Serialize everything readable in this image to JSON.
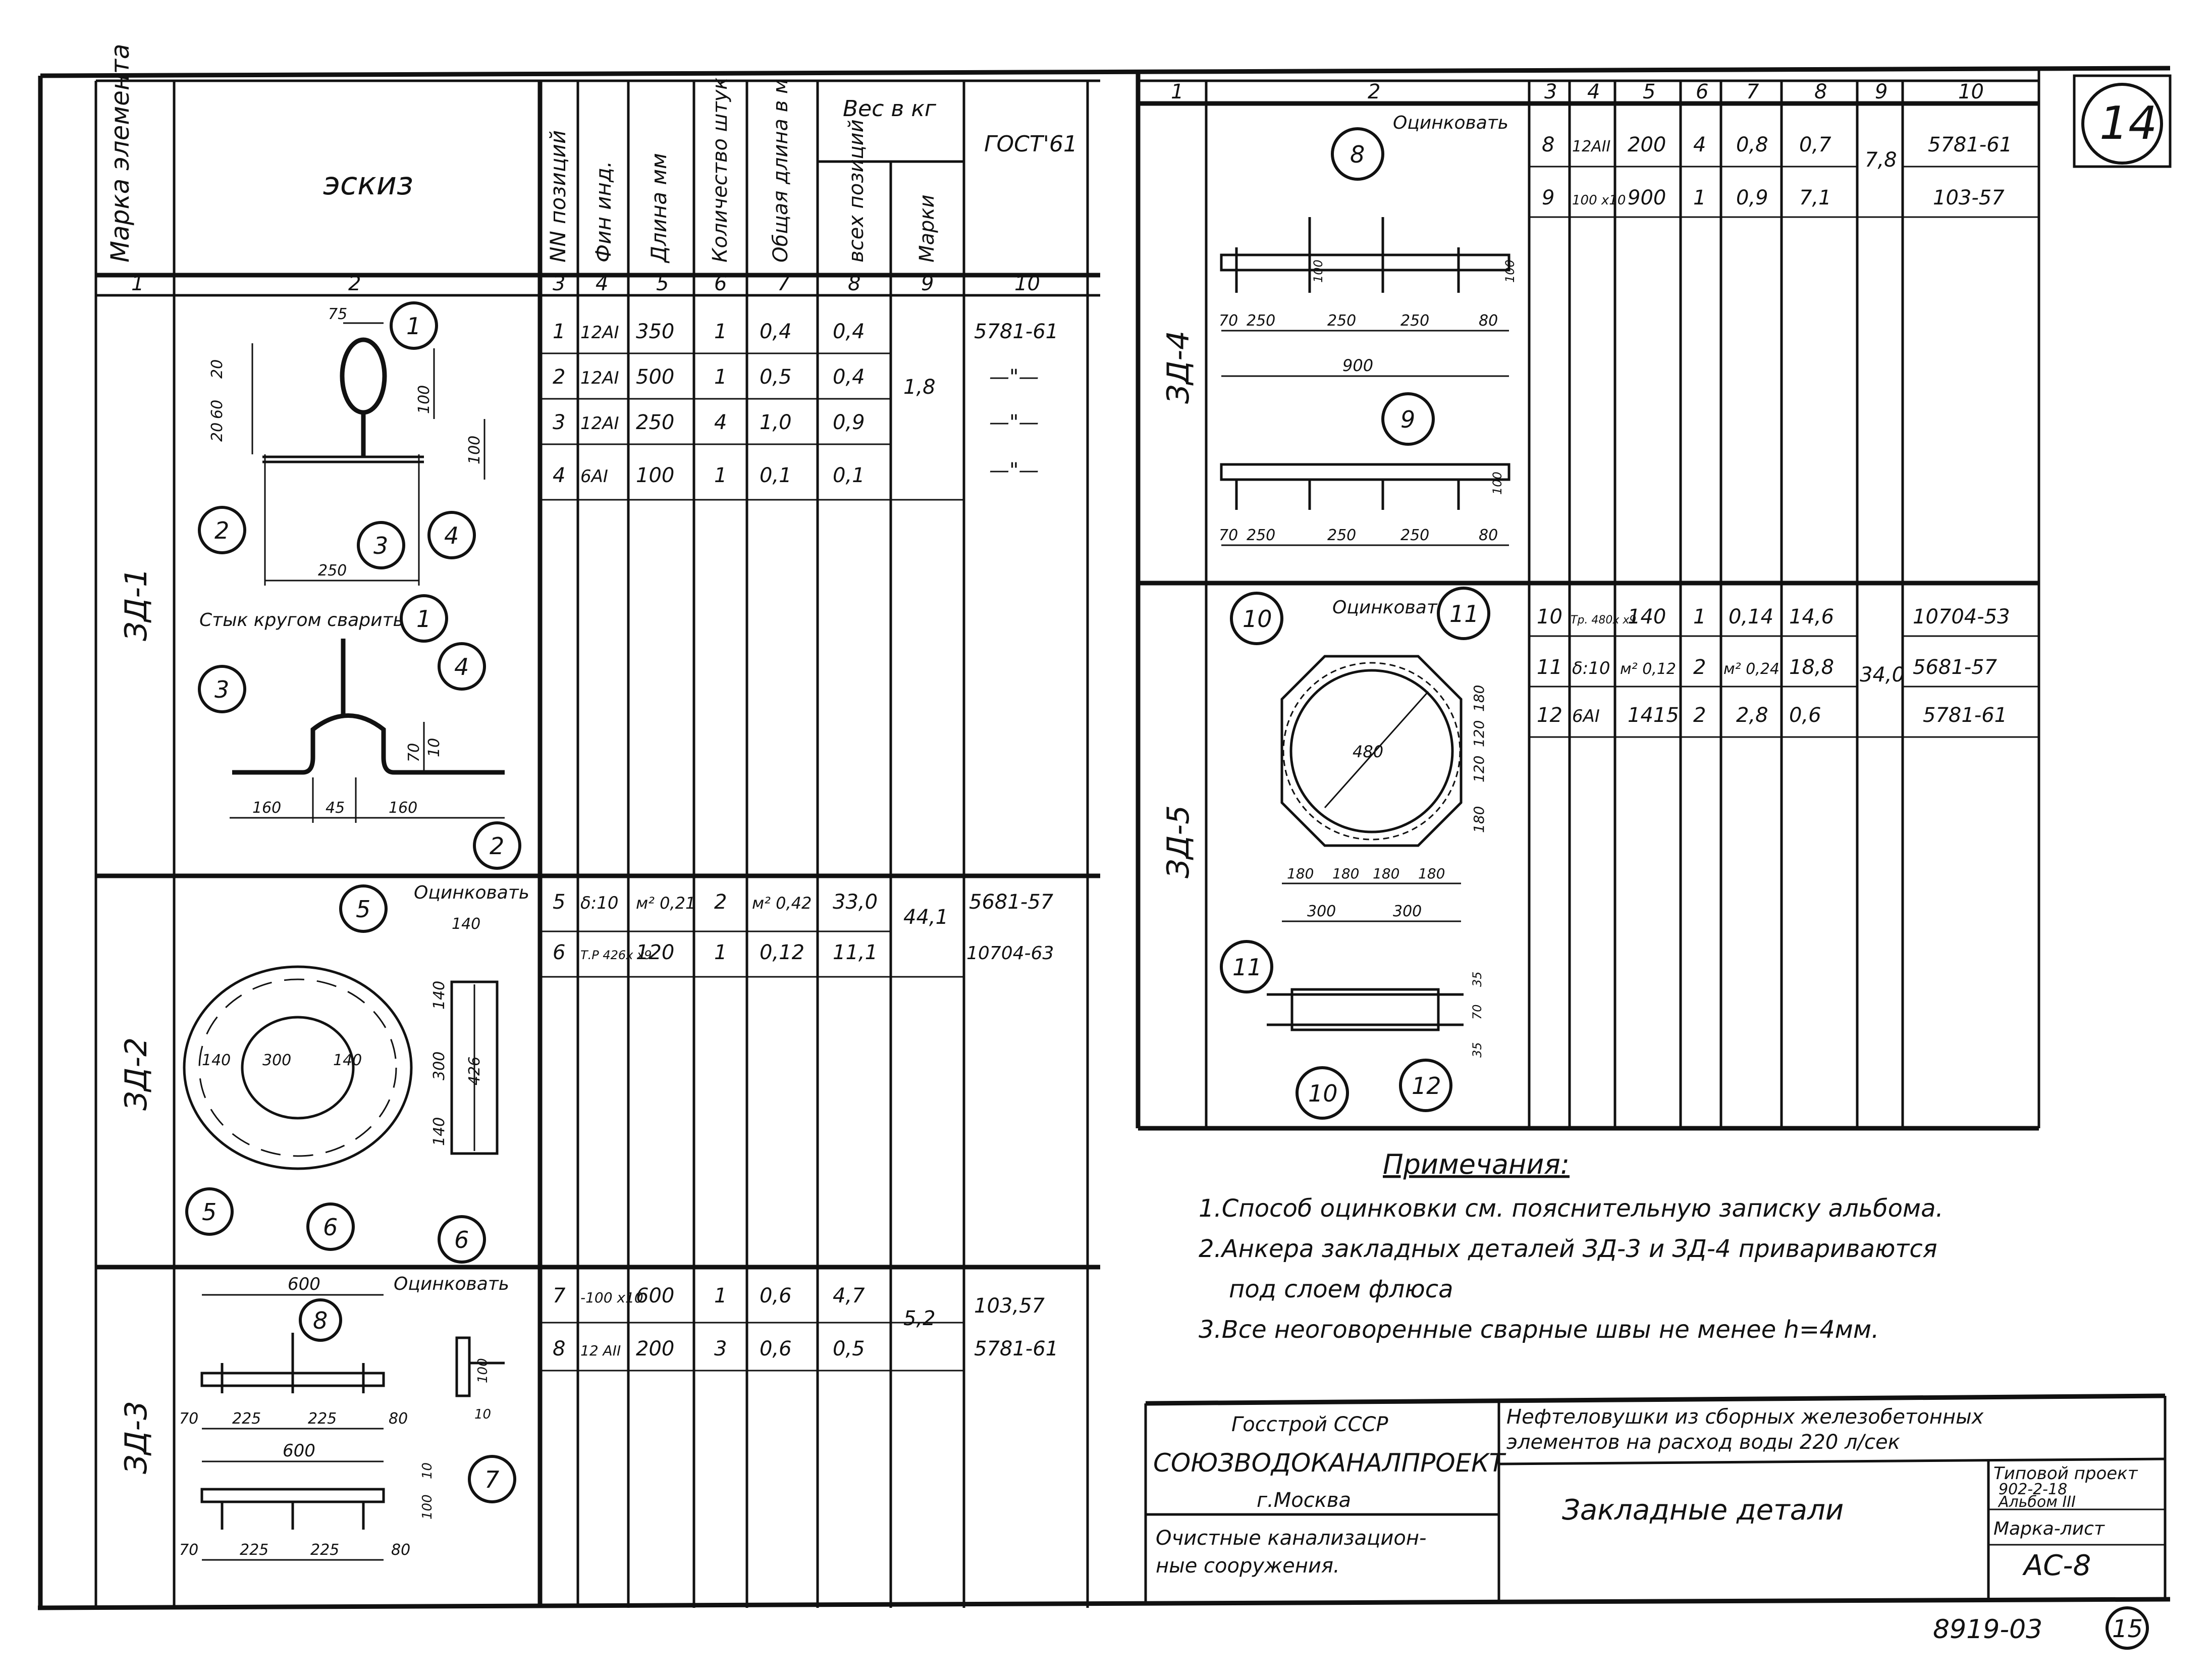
{
  "sheet_number_top": "14",
  "sheet_number_bottom": "15",
  "archive_number": "8919-03",
  "left_table": {
    "headers": {
      "mark": "Марка элемента",
      "sketch": "эскиз",
      "pos": "NN позиций",
      "profile": "Фин инд.",
      "length": "Длина мм",
      "qty": "Количество штук",
      "total_len": "Общая длина в м",
      "weight": "Вес в кг",
      "w_all": "всех позиций",
      "w_mark": "Марки",
      "gost": "ГОСТ'61"
    },
    "col_numbers": [
      "1",
      "2",
      "3",
      "4",
      "5",
      "6",
      "7",
      "8",
      "9",
      "10"
    ],
    "rows": [
      {
        "mark": "ЗД-1",
        "pos": "1",
        "profile": "12AI",
        "length": "350",
        "qty": "1",
        "total": "0,4",
        "w_all": "0,4",
        "w_mark": "1,8",
        "gost": "5781-61"
      },
      {
        "mark": "",
        "pos": "2",
        "profile": "12AI",
        "length": "500",
        "qty": "1",
        "total": "0,5",
        "w_all": "0,4",
        "w_mark": "",
        "gost": "—\"—"
      },
      {
        "mark": "",
        "pos": "3",
        "profile": "12AI",
        "length": "250",
        "qty": "4",
        "total": "1,0",
        "w_all": "0,9",
        "w_mark": "",
        "gost": "—\"—"
      },
      {
        "mark": "",
        "pos": "4",
        "profile": "6AI",
        "length": "100",
        "qty": "1",
        "total": "0,1",
        "w_all": "0,1",
        "w_mark": "",
        "gost": "—\"—"
      },
      {
        "mark": "ЗД-2",
        "pos": "5",
        "profile": "δ:10",
        "length": "м² 0,21",
        "qty": "2",
        "total": "м² 0,42",
        "w_all": "33,0",
        "w_mark": "44,1",
        "gost": "5681-57"
      },
      {
        "mark": "",
        "pos": "6",
        "profile": "Т.Р 426х х9",
        "length": "120",
        "qty": "1",
        "total": "0,12",
        "w_all": "11,1",
        "w_mark": "",
        "gost": "10704-63"
      },
      {
        "mark": "ЗД-3",
        "pos": "7",
        "profile": "-100 х10",
        "length": "600",
        "qty": "1",
        "total": "0,6",
        "w_all": "4,7",
        "w_mark": "5,2",
        "gost": "103,57"
      },
      {
        "mark": "",
        "pos": "8",
        "profile": "12 AII",
        "length": "200",
        "qty": "3",
        "total": "0,6",
        "w_all": "0,5",
        "w_mark": "",
        "gost": "5781-61"
      }
    ]
  },
  "right_table": {
    "col_numbers": [
      "1",
      "2",
      "3",
      "4",
      "5",
      "6",
      "7",
      "8",
      "9",
      "10"
    ],
    "rows": [
      {
        "mark": "ЗД-4",
        "pos": "8",
        "profile": "12AII",
        "length": "200",
        "qty": "4",
        "total": "0,8",
        "w_all": "0,7",
        "w_mark": "7,8",
        "gost": "5781-61"
      },
      {
        "mark": "",
        "pos": "9",
        "profile": "100 х10",
        "length": "900",
        "qty": "1",
        "total": "0,9",
        "w_all": "7,1",
        "w_mark": "",
        "gost": "103-57"
      },
      {
        "mark": "ЗД-5",
        "pos": "10",
        "profile": "Тр. 480х х9",
        "length": "140",
        "qty": "1",
        "total": "0,14",
        "w_all": "14,6",
        "w_mark": "34,0",
        "gost": "10704-53"
      },
      {
        "mark": "",
        "pos": "11",
        "profile": "δ:10",
        "length": "м² 0,12",
        "qty": "2",
        "total": "м² 0,24",
        "w_all": "18,8",
        "w_mark": "",
        "gost": "5681-57"
      },
      {
        "mark": "",
        "pos": "12",
        "profile": "6AI",
        "length": "1415",
        "qty": "2",
        "total": "2,8",
        "w_all": "0,6",
        "w_mark": "",
        "gost": "5781-61"
      }
    ]
  },
  "sketch_labels": {
    "galvanize": "Оцинковать",
    "joint_note": "Стык кругом сварить",
    "dims_zd1": [
      "75",
      "20",
      "60",
      "20",
      "100",
      "100",
      "250",
      "160",
      "45",
      "160",
      "70",
      "10"
    ],
    "dims_zd2": [
      "140",
      "140",
      "300",
      "140",
      "140",
      "300",
      "140",
      "426"
    ],
    "dims_zd3": [
      "600",
      "70",
      "225",
      "225",
      "80",
      "600",
      "70",
      "225",
      "225",
      "80",
      "10",
      "100",
      "100",
      "10"
    ],
    "dims_zd4": [
      "70",
      "250",
      "250",
      "250",
      "80",
      "900",
      "100",
      "100",
      "70",
      "250",
      "250",
      "250",
      "80",
      "100"
    ],
    "dims_zd5": [
      "480",
      "180",
      "120",
      "120",
      "180",
      "180",
      "180",
      "180",
      "180",
      "300",
      "300",
      "35",
      "70",
      "35"
    ],
    "balloons": [
      "1",
      "2",
      "3",
      "4",
      "5",
      "6",
      "7",
      "8",
      "9",
      "10",
      "11",
      "12"
    ]
  },
  "notes": {
    "title": "Примечания:",
    "items": [
      "1.Способ оцинковки см. пояснительную записку альбома.",
      "2.Анкера закладных деталей ЗД-3 и ЗД-4 привариваются",
      "под слоем флюса",
      "3.Все неоговоренные сварные швы не менее h=4мм."
    ]
  },
  "title_block": {
    "org_line1": "Госстрой СССР",
    "org_line2": "СОЮЗВОДОКАНАЛПРОЕКТ",
    "org_line3": "г.Москва",
    "dept_line1": "Очистные канализацион-",
    "dept_line2": "ные сооружения.",
    "project_line1": "Нефтеловушки из сборных железобетонных",
    "project_line2": "элементов на расход воды 220 л/сек",
    "sheet_title": "Закладные детали",
    "type_project_label": "Типовой проект",
    "type_project_value": "902-2-18",
    "album": "Альбом III",
    "mark_sheet_label": "Марка-лист",
    "mark_sheet_value": "АС-8"
  }
}
